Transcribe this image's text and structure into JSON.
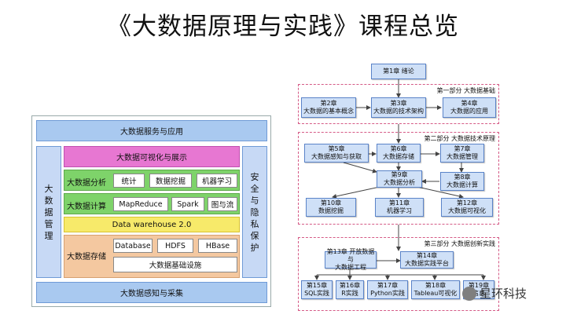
{
  "title": "《大数据原理与实践》课程总览",
  "architecture": {
    "top": "大数据服务与应用",
    "bottom": "大数据感知与采集",
    "left_chars": [
      "大",
      "数",
      "据",
      "管",
      "理"
    ],
    "right_chars": [
      "安",
      "全",
      "与",
      "隐",
      "私",
      "保",
      "护"
    ],
    "visualization": "大数据可视化与展示",
    "analysis": {
      "label": "大数据分析",
      "items": [
        "统计",
        "数据挖掘",
        "机器学习"
      ]
    },
    "compute": {
      "label": "大数据计算",
      "items": [
        "MapReduce",
        "Spark",
        "图与流"
      ]
    },
    "warehouse": "Data warehouse 2.0",
    "storage": {
      "label": "大数据存储",
      "items": [
        "Database",
        "HDFS",
        "HBase"
      ],
      "infra": "大数据基础设施"
    }
  },
  "flow": {
    "ch1": "第1章 绪论",
    "part1": {
      "label": "第一部分 大数据基础",
      "ch2": [
        "第2章",
        "大数据的基本概念"
      ],
      "ch3": [
        "第3章",
        "大数据的技术架构"
      ],
      "ch4": [
        "第4章",
        "大数据的应用"
      ]
    },
    "part2": {
      "label": "第二部分 大数据技术原理",
      "ch5": [
        "第5章",
        "大数据感知与获取"
      ],
      "ch6": [
        "第6章",
        "大数据存储"
      ],
      "ch7": [
        "第7章",
        "大数据管理"
      ],
      "ch8": [
        "第8章",
        "大数据计算"
      ],
      "ch9": [
        "第9章",
        "大数据分析"
      ],
      "ch10": [
        "第10章",
        "数据挖掘"
      ],
      "ch11": [
        "第11章",
        "机器学习"
      ],
      "ch12": [
        "第12章",
        "大数据可视化"
      ]
    },
    "part3": {
      "label": "第三部分 大数据创新实践",
      "ch13": [
        "第13章 开放数据与",
        "大数据工程"
      ],
      "ch14": [
        "第14章",
        "大数据实践平台"
      ],
      "ch15": [
        "第15章",
        "SQL实践"
      ],
      "ch16": [
        "第16章",
        "R实践"
      ],
      "ch17": [
        "第17章",
        "Python实践"
      ],
      "ch18": [
        "第18章",
        "Tableau可视化"
      ],
      "ch19": [
        "第19章",
        "信息"
      ]
    }
  },
  "watermark": "星环科技"
}
